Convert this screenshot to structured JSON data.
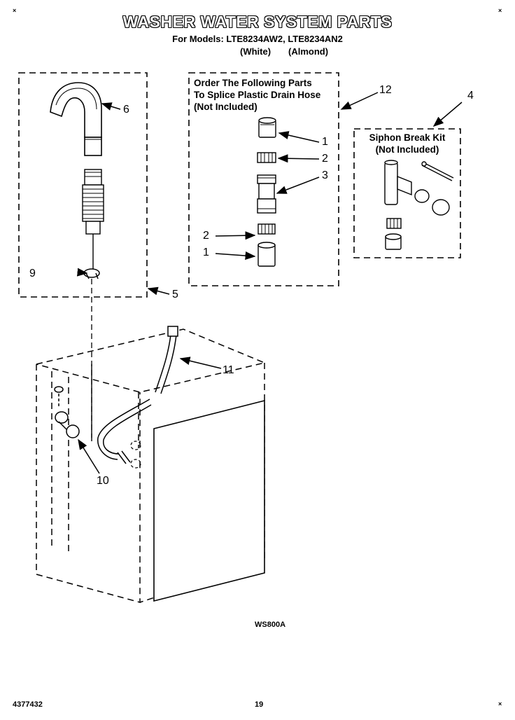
{
  "header": {
    "title": "WASHER WATER SYSTEM PARTS",
    "models_line": "For Models: LTE8234AW2, LTE8234AN2",
    "color_white": "(White)",
    "color_almond": "(Almond)"
  },
  "splice_note": {
    "line1": "Order The Following Parts",
    "line2": "To Splice Plastic Drain Hose",
    "line3": "(Not Included)"
  },
  "siphon_kit": {
    "line1": "Siphon Break Kit",
    "line2": "(Not Included)"
  },
  "callouts": {
    "c1a": "1",
    "c2a": "2",
    "c3": "3",
    "c2b": "2",
    "c1b": "1",
    "c4": "4",
    "c5": "5",
    "c6": "6",
    "c9": "9",
    "c10": "10",
    "c11": "11",
    "c12": "12"
  },
  "figure_code": "WS800A",
  "footer": {
    "part_number": "4377432",
    "page_number": "19"
  }
}
